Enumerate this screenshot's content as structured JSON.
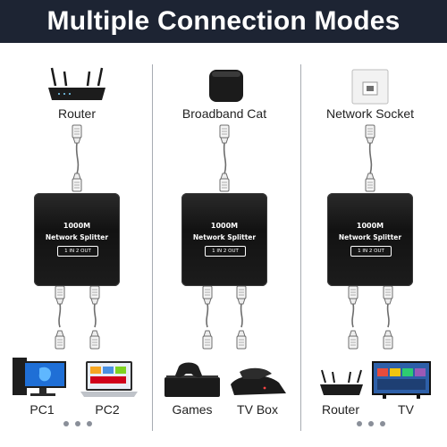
{
  "banner": {
    "title": "Multiple Connection Modes",
    "background": "#1d2433"
  },
  "columns": [
    {
      "source_label": "Router",
      "source_icon": "wifi-router-icon",
      "splitter": {
        "line1": "1000M",
        "line2": "Network Splitter",
        "badge": "1 IN 2 OUT"
      },
      "outputs": [
        {
          "label": "PC1",
          "icon": "desktop-pc-icon"
        },
        {
          "label": "PC2",
          "icon": "laptop-icon"
        }
      ]
    },
    {
      "source_label": "Broadband Cat",
      "source_icon": "broadband-modem-icon",
      "splitter": {
        "line1": "1000M",
        "line2": "Network Splitter",
        "badge": "1 IN 2 OUT"
      },
      "outputs": [
        {
          "label": "Games",
          "icon": "game-console-icon"
        },
        {
          "label": "TV Box",
          "icon": "tv-box-icon"
        }
      ]
    },
    {
      "source_label": "Network Socket",
      "source_icon": "wall-socket-icon",
      "splitter": {
        "line1": "1000M",
        "line2": "Network Splitter",
        "badge": "1 IN 2 OUT"
      },
      "outputs": [
        {
          "label": "Router",
          "icon": "wifi-router-icon"
        },
        {
          "label": "TV",
          "icon": "television-icon"
        }
      ]
    }
  ]
}
